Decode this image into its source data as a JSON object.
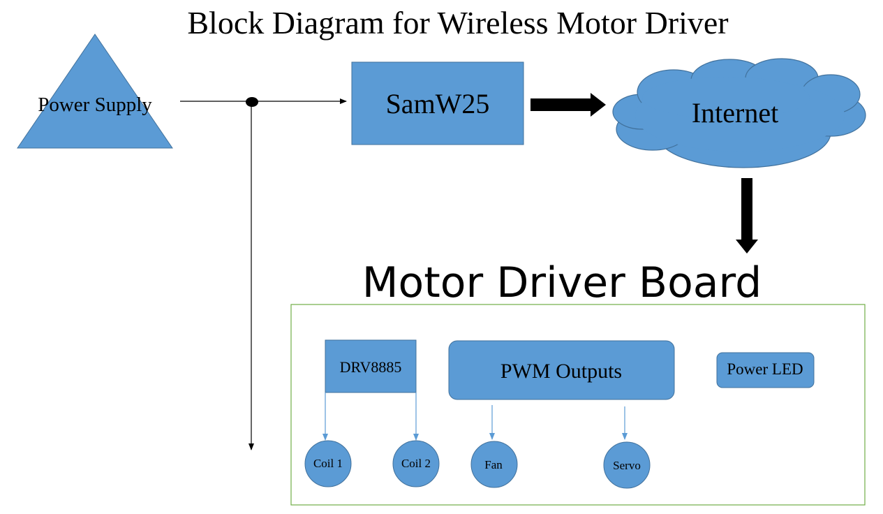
{
  "title": "Block Diagram for Wireless Motor Driver",
  "power_supply": {
    "label": "Power Supply"
  },
  "samw25": {
    "label": "SamW25"
  },
  "internet": {
    "label": "Internet"
  },
  "board": {
    "title": "Motor Driver Board",
    "drv": {
      "label": "DRV8885"
    },
    "pwm": {
      "label": "PWM Outputs"
    },
    "power_led": {
      "label": "Power LED"
    },
    "coil1": {
      "label": "Coil 1"
    },
    "coil2": {
      "label": "Coil 2"
    },
    "fan": {
      "label": "Fan"
    },
    "servo": {
      "label": "Servo"
    }
  },
  "colors": {
    "block_fill": "#5b9bd5",
    "block_stroke": "#41719c",
    "board_border": "#70ad47",
    "arrow": "#000000",
    "small_arrow": "#5b9bd5"
  }
}
